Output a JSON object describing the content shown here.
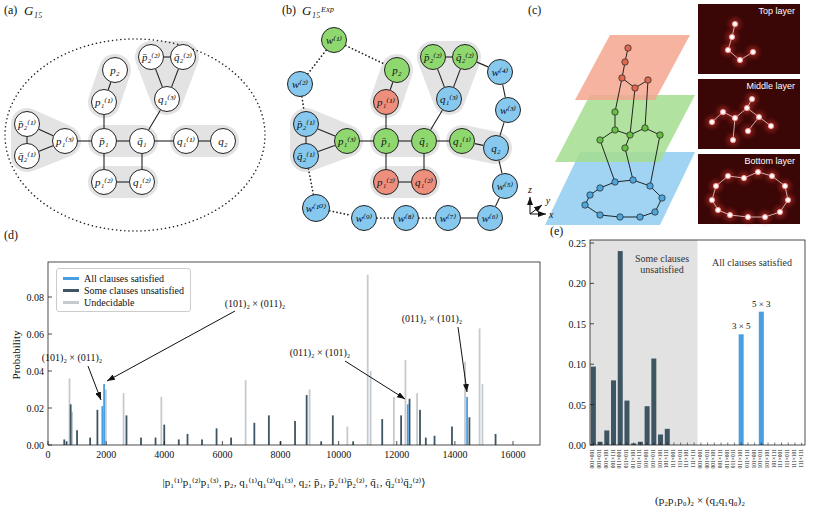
{
  "diagram": {
    "nodes": [
      {
        "text": [
          "p₂"
        ]
      },
      {
        "text": [
          "p̄₂⁽²⁾"
        ]
      },
      {
        "text": [
          "q̄₂⁽²⁾"
        ]
      },
      {
        "text": [
          "p₁⁽¹⁾"
        ]
      },
      {
        "text": [
          "q₁⁽³⁾"
        ]
      },
      {
        "text": [
          "p̄₂⁽¹⁾"
        ]
      },
      {
        "text": [
          "q̄₂⁽¹⁾"
        ]
      },
      {
        "text": [
          "p₁⁽³⁾"
        ]
      },
      {
        "text": [
          "p̄₁"
        ]
      },
      {
        "text": [
          "q̄₁"
        ]
      },
      {
        "text": [
          "q₁⁽¹⁾"
        ]
      },
      {
        "text": [
          "q₂"
        ]
      },
      {
        "text": [
          "p₁⁽²⁾"
        ]
      },
      {
        "text": [
          "q₁⁽²⁾"
        ]
      },
      {
        "text": [
          "w⁽¹⁾"
        ]
      },
      {
        "text": [
          "p₂"
        ]
      },
      {
        "text": [
          "p̄₂⁽²⁾"
        ]
      },
      {
        "text": [
          "q̄₂⁽²⁾"
        ]
      },
      {
        "text": [
          "w⁽²⁾"
        ]
      },
      {
        "text": [
          "w⁽⁴⁾"
        ]
      },
      {
        "text": [
          "p₁⁽¹⁾"
        ]
      },
      {
        "text": [
          "q₁⁽³⁾"
        ]
      },
      {
        "text": [
          "w⁽³⁾"
        ]
      },
      {
        "text": [
          "p̄₂⁽¹⁾"
        ]
      },
      {
        "text": [
          "q̄₂⁽¹⁾"
        ]
      },
      {
        "text": [
          "p₁⁽³⁾"
        ]
      },
      {
        "text": [
          "p̄₁"
        ]
      },
      {
        "text": [
          "q̄₁"
        ]
      },
      {
        "text": [
          "q₁⁽¹⁾"
        ]
      },
      {
        "text": [
          "q₂"
        ]
      },
      {
        "text": [
          "p₁⁽²⁾"
        ]
      },
      {
        "text": [
          "q₁⁽²⁾"
        ]
      },
      {
        "text": [
          "w⁽⁵⁾"
        ]
      },
      {
        "text": [
          "w⁽¹⁰⁾"
        ]
      },
      {
        "text": [
          "w⁽⁹⁾"
        ]
      },
      {
        "text": [
          "w⁽⁸⁾"
        ]
      },
      {
        "text": [
          "w⁽⁷⁾"
        ]
      },
      {
        "text": [
          "w⁽⁶⁾"
        ]
      }
    ],
    "edges": [
      {
        "from": 0,
        "to": 3,
        "arrow": "none"
      },
      {
        "from": 1,
        "to": 2,
        "arrow": "none"
      },
      {
        "from": 1,
        "to": 4,
        "arrow": "none"
      },
      {
        "from": 2,
        "to": 4,
        "arrow": "none"
      },
      {
        "from": 3,
        "to": 8,
        "arrow": "none"
      },
      {
        "from": 4,
        "to": 9,
        "arrow": "none"
      },
      {
        "from": 5,
        "to": 6,
        "arrow": "none"
      },
      {
        "from": 5,
        "to": 7,
        "arrow": "none"
      },
      {
        "from": 6,
        "to": 7,
        "arrow": "none"
      },
      {
        "from": 7,
        "to": 8,
        "arrow": "none"
      },
      {
        "from": 8,
        "to": 9,
        "arrow": "none"
      },
      {
        "from": 9,
        "to": 10,
        "arrow": "none"
      },
      {
        "from": 10,
        "to": 11,
        "arrow": "none"
      },
      {
        "from": 8,
        "to": 12,
        "arrow": "none"
      },
      {
        "from": 9,
        "to": 13,
        "arrow": "none"
      },
      {
        "from": 12,
        "to": 13,
        "arrow": "none"
      },
      {
        "from": 15,
        "to": 20,
        "arrow": "none"
      },
      {
        "from": 16,
        "to": 17,
        "arrow": "none"
      },
      {
        "from": 16,
        "to": 21,
        "arrow": "none"
      },
      {
        "from": 17,
        "to": 21,
        "arrow": "none"
      },
      {
        "from": 20,
        "to": 26,
        "arrow": "none"
      },
      {
        "from": 21,
        "to": 27,
        "arrow": "none"
      },
      {
        "from": 23,
        "to": 24,
        "arrow": "none"
      },
      {
        "from": 23,
        "to": 25,
        "arrow": "none"
      },
      {
        "from": 24,
        "to": 25,
        "arrow": "none"
      },
      {
        "from": 25,
        "to": 26,
        "arrow": "none"
      },
      {
        "from": 26,
        "to": 27,
        "arrow": "none"
      },
      {
        "from": 27,
        "to": 28,
        "arrow": "none"
      },
      {
        "from": 28,
        "to": 29,
        "arrow": "none"
      },
      {
        "from": 26,
        "to": 30,
        "arrow": "none"
      },
      {
        "from": 27,
        "to": 31,
        "arrow": "none"
      },
      {
        "from": 30,
        "to": 31,
        "arrow": "none"
      },
      {
        "from": 14,
        "to": 15,
        "arrow": "none"
      },
      {
        "from": 14,
        "to": 18,
        "arrow": "none"
      },
      {
        "from": 18,
        "to": 23,
        "arrow": "none"
      },
      {
        "from": 24,
        "to": 33,
        "arrow": "none"
      },
      {
        "from": 33,
        "to": 34,
        "arrow": "none"
      },
      {
        "from": 34,
        "to": 35,
        "arrow": "none"
      },
      {
        "from": 35,
        "to": 36,
        "arrow": "none"
      },
      {
        "from": 36,
        "to": 37,
        "arrow": "none"
      },
      {
        "from": 37,
        "to": 32,
        "arrow": "none"
      },
      {
        "from": 32,
        "to": 29,
        "arrow": "none"
      },
      {
        "from": 29,
        "to": 22,
        "arrow": "none"
      },
      {
        "from": 22,
        "to": 19,
        "arrow": "none"
      },
      {
        "from": 19,
        "to": 17,
        "arrow": "none"
      }
    ],
    "labels": [
      "(a)",
      "G₁₅",
      "(b)",
      "G₁₅ᴱˣᵖ",
      "(c)",
      "z",
      "y",
      "x",
      "Top layer",
      "Middle layer",
      "Bottom layer",
      "(d)",
      "Probability",
      "0.00",
      "0.02",
      "0.04",
      "0.06",
      "0.08",
      "0",
      "2000",
      "4000",
      "6000",
      "8000",
      "10000",
      "12000",
      "14000",
      "16000",
      "(101)₂ × (011)₂",
      "(101)₂ × (011)₂",
      "(011)₂ × (101)₂",
      "(011)₂ × (101)₂",
      "|p₁⁽¹⁾p₁⁽²⁾p₁⁽³⁾, p₂, q₁⁽¹⁾q₁⁽²⁾q₁⁽³⁾, q₂; p̄₁, p̄₂⁽¹⁾p̄₂⁽²⁾, q̄₁, q̄₂⁽¹⁾q̄₂⁽²⁾⟩",
      "(e)",
      "0.00",
      "0.05",
      "0.10",
      "0.15",
      "0.20",
      "0.25",
      "Some clauses unsatisfied",
      "All clauses satisfied",
      "3 × 5",
      "5 × 3",
      "001×001",
      "001×011",
      "001×101",
      "001×111",
      "011×001",
      "011×011",
      "011×101",
      "011×111",
      "101×001",
      "101×011",
      "101×101",
      "101×111",
      "111×001",
      "111×011",
      "111×101",
      "111×111",
      "001×001",
      "001×011",
      "001×101",
      "001×111",
      "011×001",
      "011×011",
      "011×101",
      "011×111",
      "101×001",
      "101×011",
      "101×101",
      "101×111",
      "111×001",
      "111×011",
      "111×101",
      "111×111",
      "(p₂p₁p₀)₂ × (q₂q₁q₀)₂"
    ],
    "legend": [
      {
        "text": "All clauses satisfied",
        "color": "#4a9fe3"
      },
      {
        "text": "Some clauses unsatisfied",
        "color": "#3e5563"
      },
      {
        "text": "Undecidable",
        "color": "#c5cacf"
      }
    ]
  }
}
